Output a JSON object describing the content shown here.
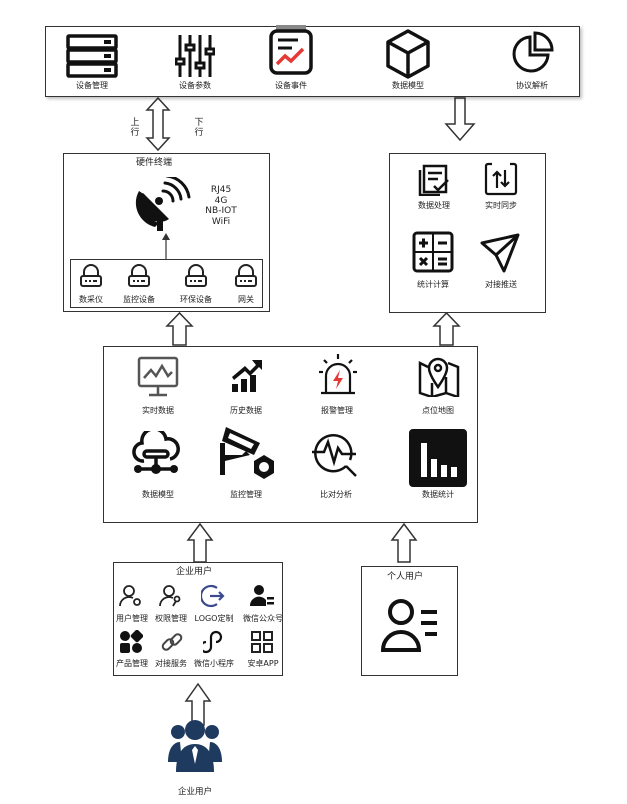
{
  "top_bar": {
    "items": [
      {
        "label": "设备管理",
        "icon": "server-icon"
      },
      {
        "label": "设备参数",
        "icon": "sliders-icon"
      },
      {
        "label": "设备事件",
        "icon": "event-chart-icon"
      },
      {
        "label": "数据模型",
        "icon": "cube-icon"
      },
      {
        "label": "协议解析",
        "icon": "pie-chart-icon"
      }
    ]
  },
  "link_labels": {
    "up": "上\n行",
    "down": "下\n行"
  },
  "hardware": {
    "title": "硬件终端",
    "networks": "RJ45\n4G\nNB-IOT\nWiFi",
    "devices": [
      "数采仪",
      "监控设备",
      "环保设备",
      "网关"
    ]
  },
  "data_service": {
    "items": [
      "数据处理",
      "实时同步",
      "统计计算",
      "对接推送"
    ]
  },
  "platform": {
    "items": [
      "实时数据",
      "历史数据",
      "报警管理",
      "点位地图",
      "数据模型",
      "监控管理",
      "比对分析",
      "数据统计"
    ]
  },
  "enterprise": {
    "title": "企业用户",
    "items": [
      "用户管理",
      "权限管理",
      "LOGO定制",
      "微信公众号",
      "产品管理",
      "对接服务",
      "微信小程序",
      "安卓APP"
    ]
  },
  "personal": {
    "title": "个人用户"
  },
  "bottom_user": {
    "label": "企业用户"
  },
  "colors": {
    "accent_red": "#e53935",
    "user_navy": "#1f3a5f",
    "logo_blue": "#3a4a8c"
  }
}
